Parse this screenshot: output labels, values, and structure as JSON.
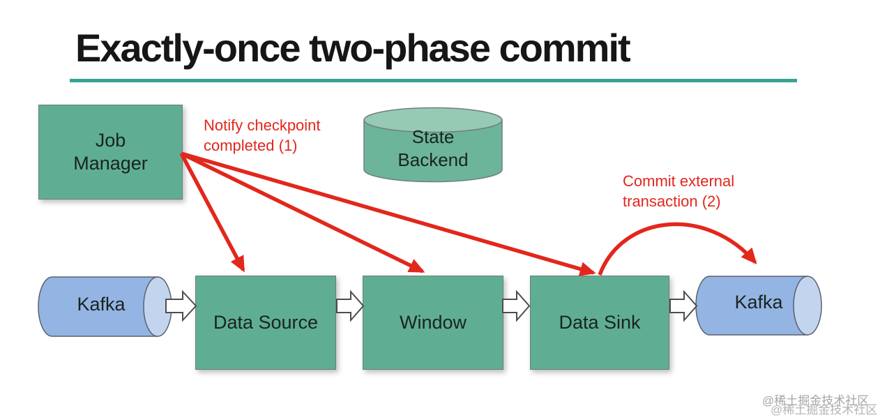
{
  "title": "Exactly-once two-phase commit",
  "nodes": {
    "job_manager": {
      "line1": "Job",
      "line2": "Manager"
    },
    "state_backend": {
      "line1": "State",
      "line2": "Backend"
    },
    "kafka_left": {
      "label": "Kafka"
    },
    "data_source": {
      "label": "Data Source"
    },
    "window": {
      "label": "Window"
    },
    "data_sink": {
      "label": "Data Sink"
    },
    "kafka_right": {
      "label": "Kafka"
    }
  },
  "annotations": {
    "notify": {
      "line1": "Notify checkpoint",
      "line2": "completed (1)"
    },
    "commit": {
      "line1": "Commit external",
      "line2": "transaction (2)"
    }
  },
  "watermark": {
    "line1": "@稀土掘金技术社区",
    "line2": "@稀土掘金技术社区"
  },
  "colors": {
    "node_green": "#5fae93",
    "cylinder_green_body": "#6db59a",
    "cylinder_green_top": "#97cab5",
    "cylinder_blue_body": "#94b5e3",
    "cylinder_blue_cap": "#c3d4ef",
    "arrow_red": "#e2271c",
    "underline_teal": "#35a393",
    "title_black": "#161616"
  }
}
